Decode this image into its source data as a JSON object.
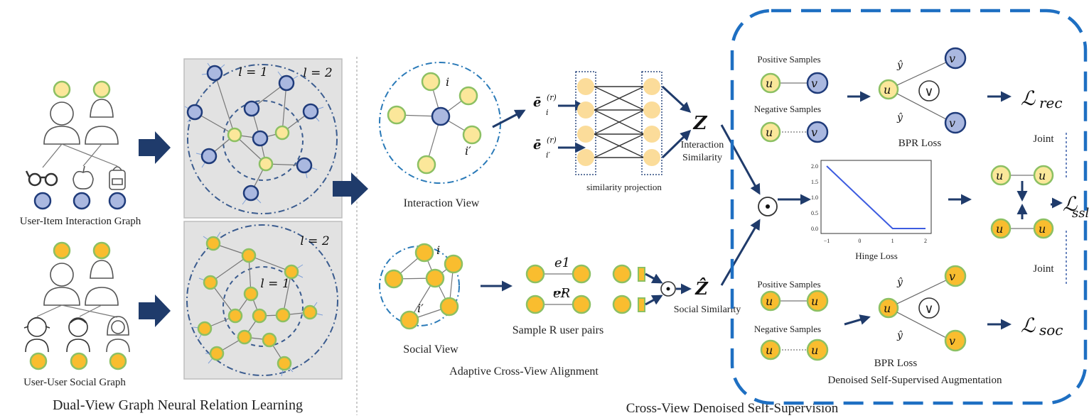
{
  "labels": {
    "ui_graph": "User-Item Interaction Graph",
    "uu_graph": "User-User Social Graph",
    "left_caption": "Dual-View Graph Neural Relation Learning",
    "l1": "l = 1",
    "l2": "l = 2",
    "interaction_view": "Interaction View",
    "social_view": "Social View",
    "similarity_projection": "similarity projection",
    "sample_pairs": "Sample R user pairs",
    "acva": "Adaptive Cross-View Alignment",
    "interaction_similarity_1": "Interaction",
    "interaction_similarity_2": "Similarity",
    "social_similarity": "Social Similarity",
    "right_caption": "Cross-View Denoised Self-Supervision",
    "positive_samples": "Positive Samples",
    "negative_samples": "Negative Samples",
    "bpr_loss": "BPR Loss",
    "joint": "Joint",
    "hinge_loss": "Hinge Loss",
    "dssa": "Denoised Self-Supervised Augmentation",
    "ellipsis": "...",
    "e1": "e1",
    "eR": "eR",
    "node_i": "i",
    "node_i_prime": "i′",
    "Z": "Z",
    "Z_hat": "Ẑ",
    "e_i": "ē",
    "sup_r": "(r)",
    "sub_i": "i",
    "sub_i_prime": "i′",
    "ui": "u",
    "vj": "v",
    "loss_rec": "rec",
    "loss_ssl": "ssl",
    "loss_soc": "soc",
    "L": "ℒ",
    "y_hat": "ŷ",
    "or_symbol": "∨",
    "dot_symbol": "⊙"
  },
  "hinge_chart": {
    "x": [
      -1,
      0,
      1,
      2
    ],
    "y": [
      2.0,
      1.0,
      0.0,
      0.0
    ],
    "x_ticks": [
      "−1",
      "0",
      "1",
      "2"
    ],
    "y_ticks": [
      "0.0",
      "0.5",
      "1.0",
      "1.5",
      "2.0"
    ],
    "xlim": [
      -1,
      2
    ],
    "ylim": [
      0,
      2
    ]
  },
  "colors": {
    "item": "#aab8e0",
    "user_interaction": "#fbe79a",
    "user_social": "#f9bd2f",
    "arrow": "#1f3b6b",
    "dashed_box": "#1e6fc2"
  }
}
